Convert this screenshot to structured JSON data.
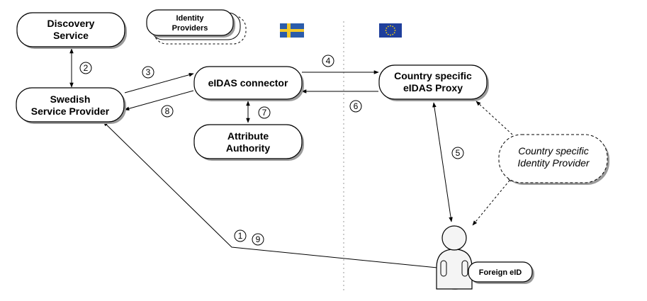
{
  "nodes": {
    "discovery_service": [
      "Discovery",
      "Service"
    ],
    "identity_providers": [
      "Identity",
      "Providers"
    ],
    "swedish_sp": [
      "Swedish",
      "Service Provider"
    ],
    "eidas_connector": [
      "eIDAS connector"
    ],
    "attribute_authority": [
      "Attribute",
      "Authority"
    ],
    "country_proxy": [
      "Country specific",
      "eIDAS Proxy"
    ],
    "country_idp": [
      "Country specific",
      "Identity Provider"
    ],
    "foreign_eid": "Foreign eID"
  },
  "steps": [
    "1",
    "2",
    "3",
    "4",
    "5",
    "6",
    "7",
    "8",
    "9"
  ],
  "flags": {
    "sweden": {
      "blue": "#2b5cab",
      "yellow": "#f3c92a"
    },
    "eu": {
      "blue": "#1f3f9c",
      "stars": "#ffd600"
    }
  },
  "colors": {
    "line": "#000000",
    "shadow": "#9a9a9a",
    "divider": "#999999"
  }
}
